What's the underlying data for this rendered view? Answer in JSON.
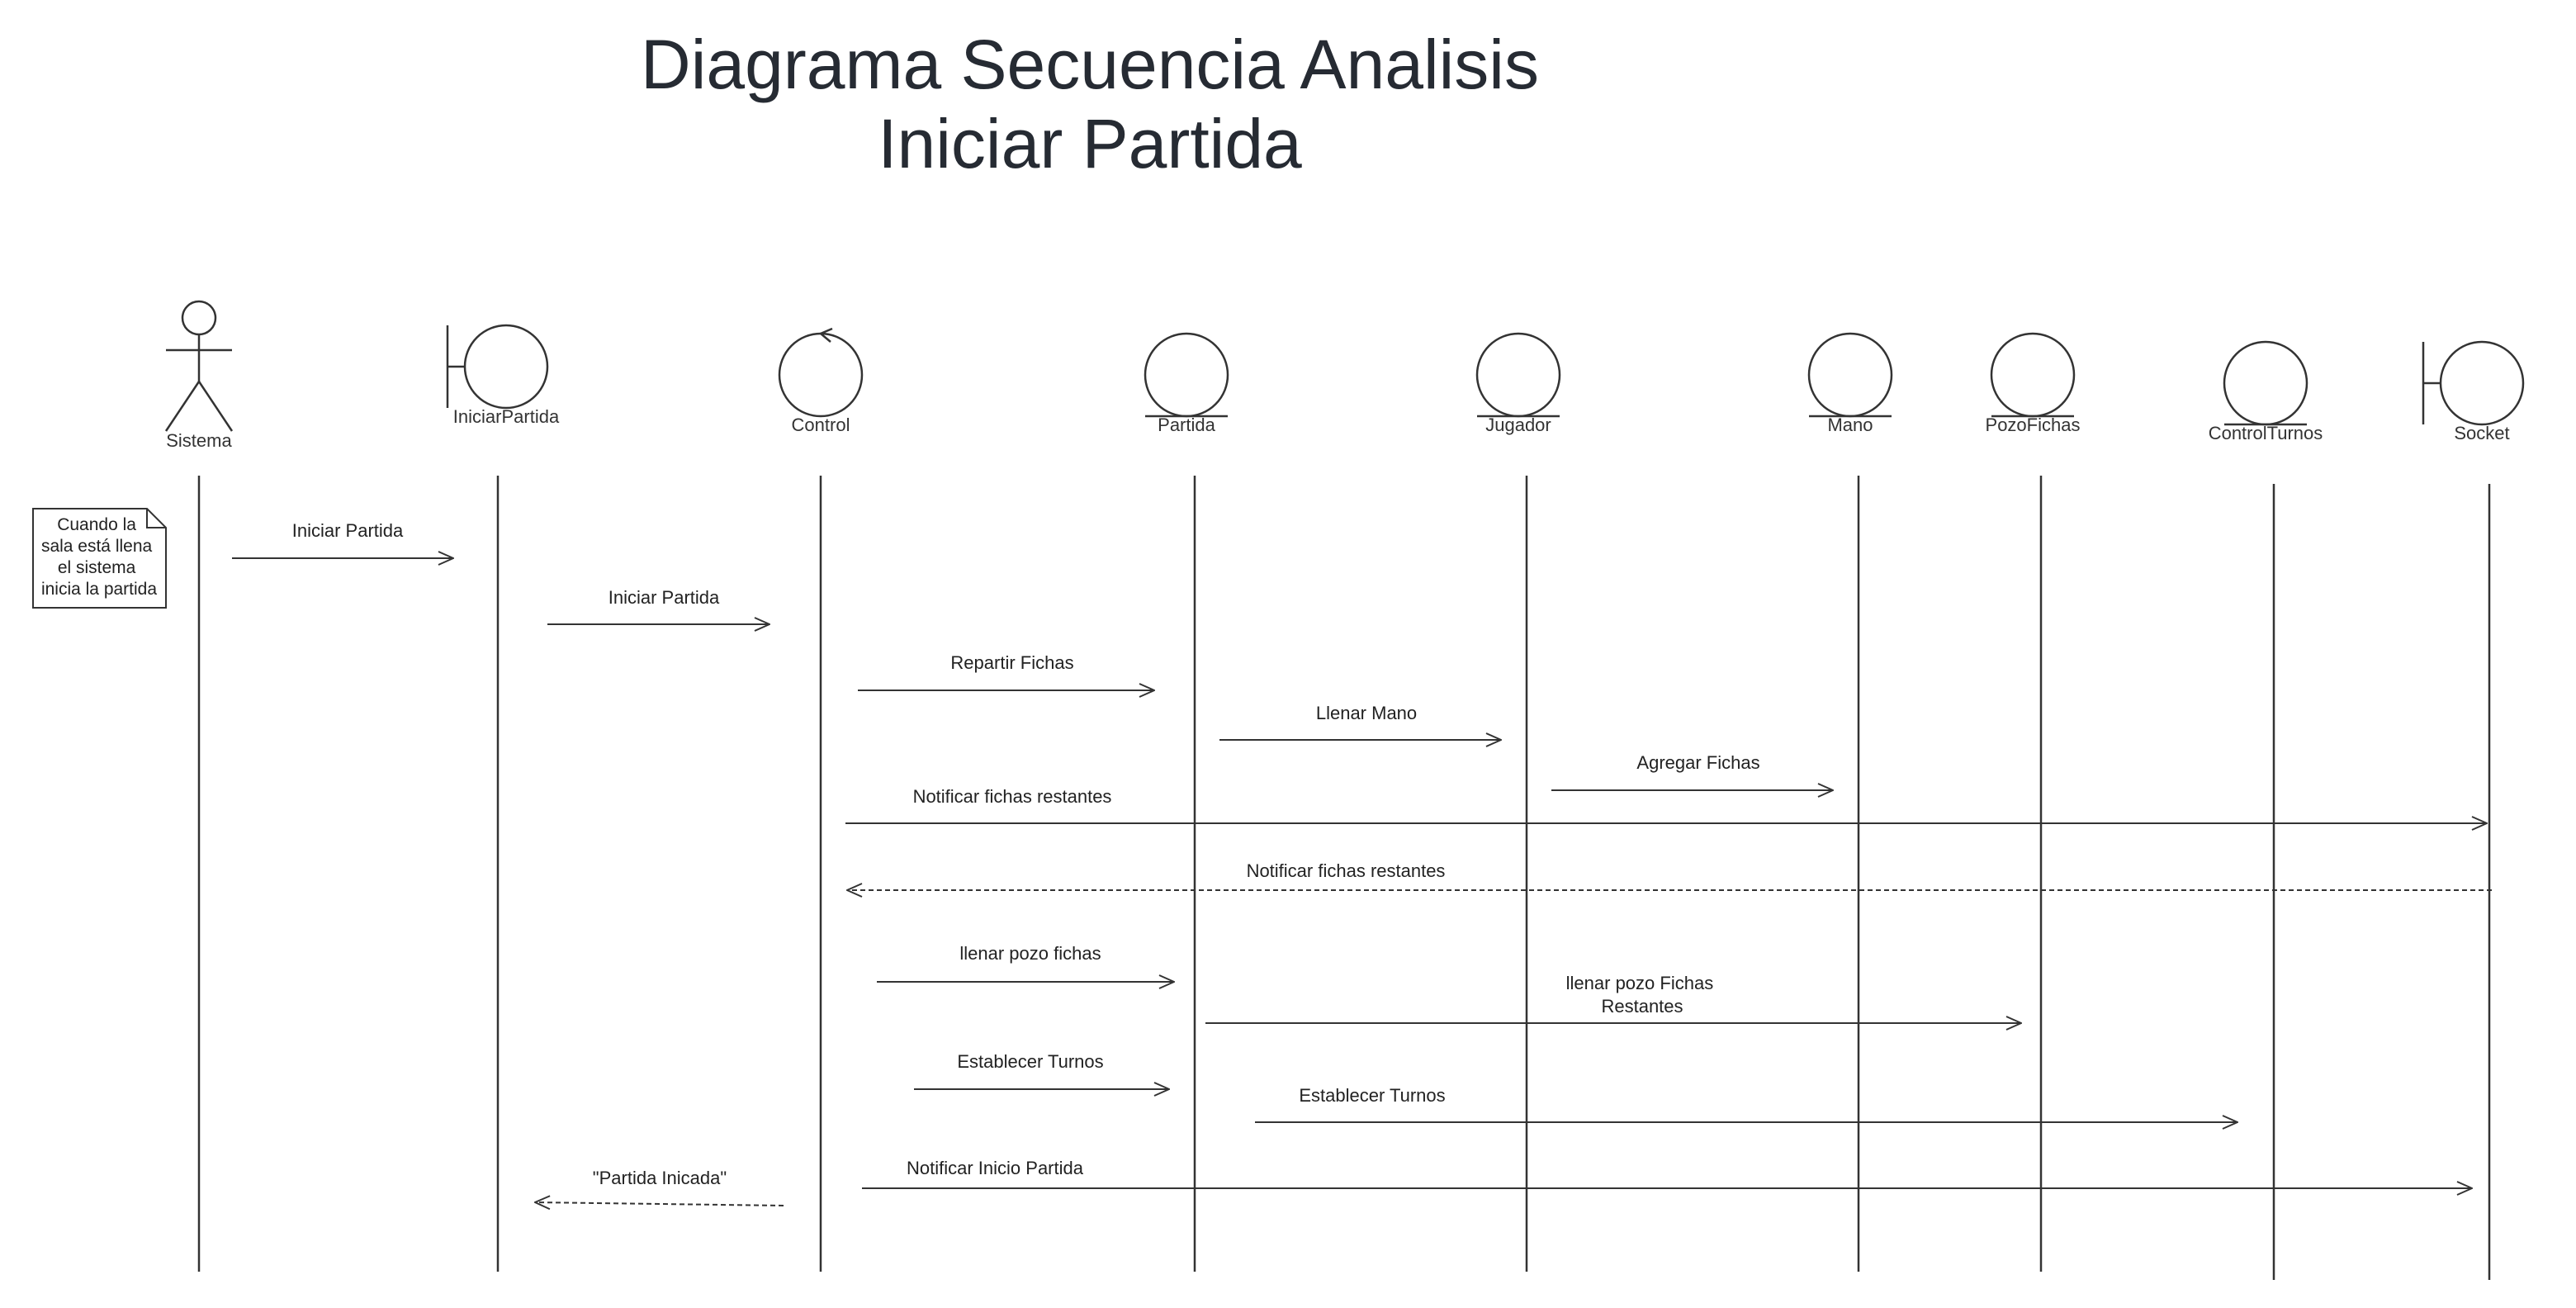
{
  "title": {
    "line1": "Diagrama Secuencia Analisis",
    "line2": "Iniciar Partida"
  },
  "participants": [
    {
      "id": "sistema",
      "name": "Sistema",
      "kind": "actor"
    },
    {
      "id": "iniciarpartida",
      "name": "IniciarPartida",
      "kind": "boundary"
    },
    {
      "id": "control",
      "name": "Control",
      "kind": "control"
    },
    {
      "id": "partida",
      "name": "Partida",
      "kind": "entity"
    },
    {
      "id": "jugador",
      "name": "Jugador",
      "kind": "entity"
    },
    {
      "id": "mano",
      "name": "Mano",
      "kind": "entity"
    },
    {
      "id": "pozofichas",
      "name": "PozoFichas",
      "kind": "entity"
    },
    {
      "id": "controlturnos",
      "name": "ControlTurnos",
      "kind": "entity"
    },
    {
      "id": "socket",
      "name": "Socket",
      "kind": "boundary"
    }
  ],
  "note": {
    "lines": [
      "Cuando la",
      "sala está llena",
      "el sistema",
      "inicia la partida"
    ]
  },
  "messages": [
    {
      "label": "Iniciar Partida",
      "from": "sistema",
      "to": "iniciarpartida",
      "kind": "sync"
    },
    {
      "label": "Iniciar Partida",
      "from": "iniciarpartida",
      "to": "control",
      "kind": "sync"
    },
    {
      "label": "Repartir Fichas",
      "from": "control",
      "to": "partida",
      "kind": "sync"
    },
    {
      "label": "Llenar Mano",
      "from": "partida",
      "to": "jugador",
      "kind": "sync"
    },
    {
      "label": "Agregar Fichas",
      "from": "jugador",
      "to": "mano",
      "kind": "sync"
    },
    {
      "label": "Notificar fichas restantes",
      "from": "control",
      "to": "socket",
      "kind": "sync"
    },
    {
      "label": "Notificar fichas restantes",
      "from": "socket",
      "to": "control",
      "kind": "return"
    },
    {
      "label": "llenar pozo fichas",
      "from": "control",
      "to": "partida",
      "kind": "sync"
    },
    {
      "label": "llenar pozo Fichas Restantes",
      "label_lines": [
        "llenar pozo Fichas",
        "Restantes"
      ],
      "from": "partida",
      "to": "pozofichas",
      "kind": "sync"
    },
    {
      "label": "Establecer Turnos",
      "from": "control",
      "to": "partida",
      "kind": "sync"
    },
    {
      "label": "Establecer Turnos",
      "from": "partida",
      "to": "controlturnos",
      "kind": "sync"
    },
    {
      "label": "Notificar Inicio Partida",
      "from": "control",
      "to": "socket",
      "kind": "sync"
    },
    {
      "label": "\"Partida Inicada\"",
      "from": "control",
      "to": "iniciarpartida",
      "kind": "return"
    }
  ],
  "colors": {
    "line": "#333333",
    "title": "#262b33"
  }
}
